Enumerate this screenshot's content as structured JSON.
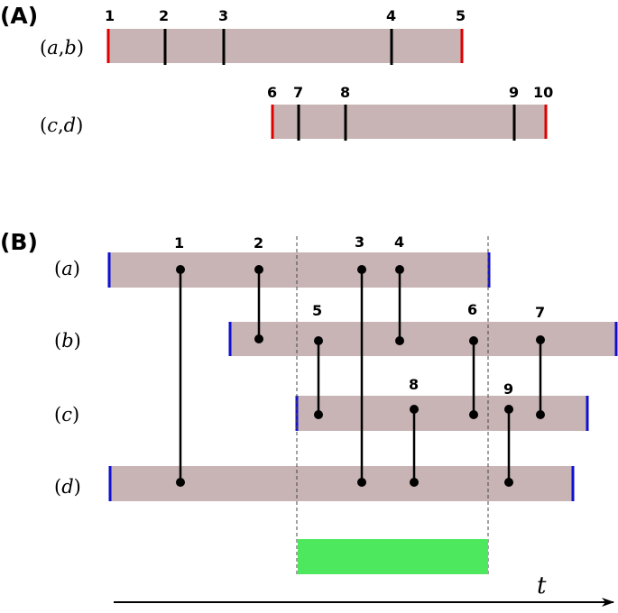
{
  "panelA": {
    "label": "(A)",
    "rows": [
      {
        "name": "(a,b)",
        "paren_open": "(",
        "var1": "a",
        "comma": ",",
        "var2": "b",
        "paren_close": ")",
        "marks": [
          "1",
          "2",
          "3",
          "4",
          "5"
        ]
      },
      {
        "name": "(c,d)",
        "paren_open": "(",
        "var1": "c",
        "comma": ",",
        "var2": "d",
        "paren_close": ")",
        "marks": [
          "6",
          "7",
          "8",
          "9",
          "10"
        ]
      }
    ]
  },
  "panelB": {
    "label": "(B)",
    "rows": [
      {
        "name": "(a)",
        "paren_open": "(",
        "var": "a",
        "paren_close": ")"
      },
      {
        "name": "(b)",
        "paren_open": "(",
        "var": "b",
        "paren_close": ")"
      },
      {
        "name": "(c)",
        "paren_open": "(",
        "var": "c",
        "paren_close": ")"
      },
      {
        "name": "(d)",
        "paren_open": "(",
        "var": "d",
        "paren_close": ")"
      }
    ],
    "links": [
      "1",
      "2",
      "3",
      "4",
      "5",
      "6",
      "7",
      "8",
      "9"
    ]
  },
  "axis": {
    "label": "t"
  },
  "colors": {
    "bar_fill": "#c8b4b4",
    "red_tick": "#e00000",
    "blue_tick": "#1010d0",
    "highlight": "#4de85e",
    "ink": "#000000"
  }
}
